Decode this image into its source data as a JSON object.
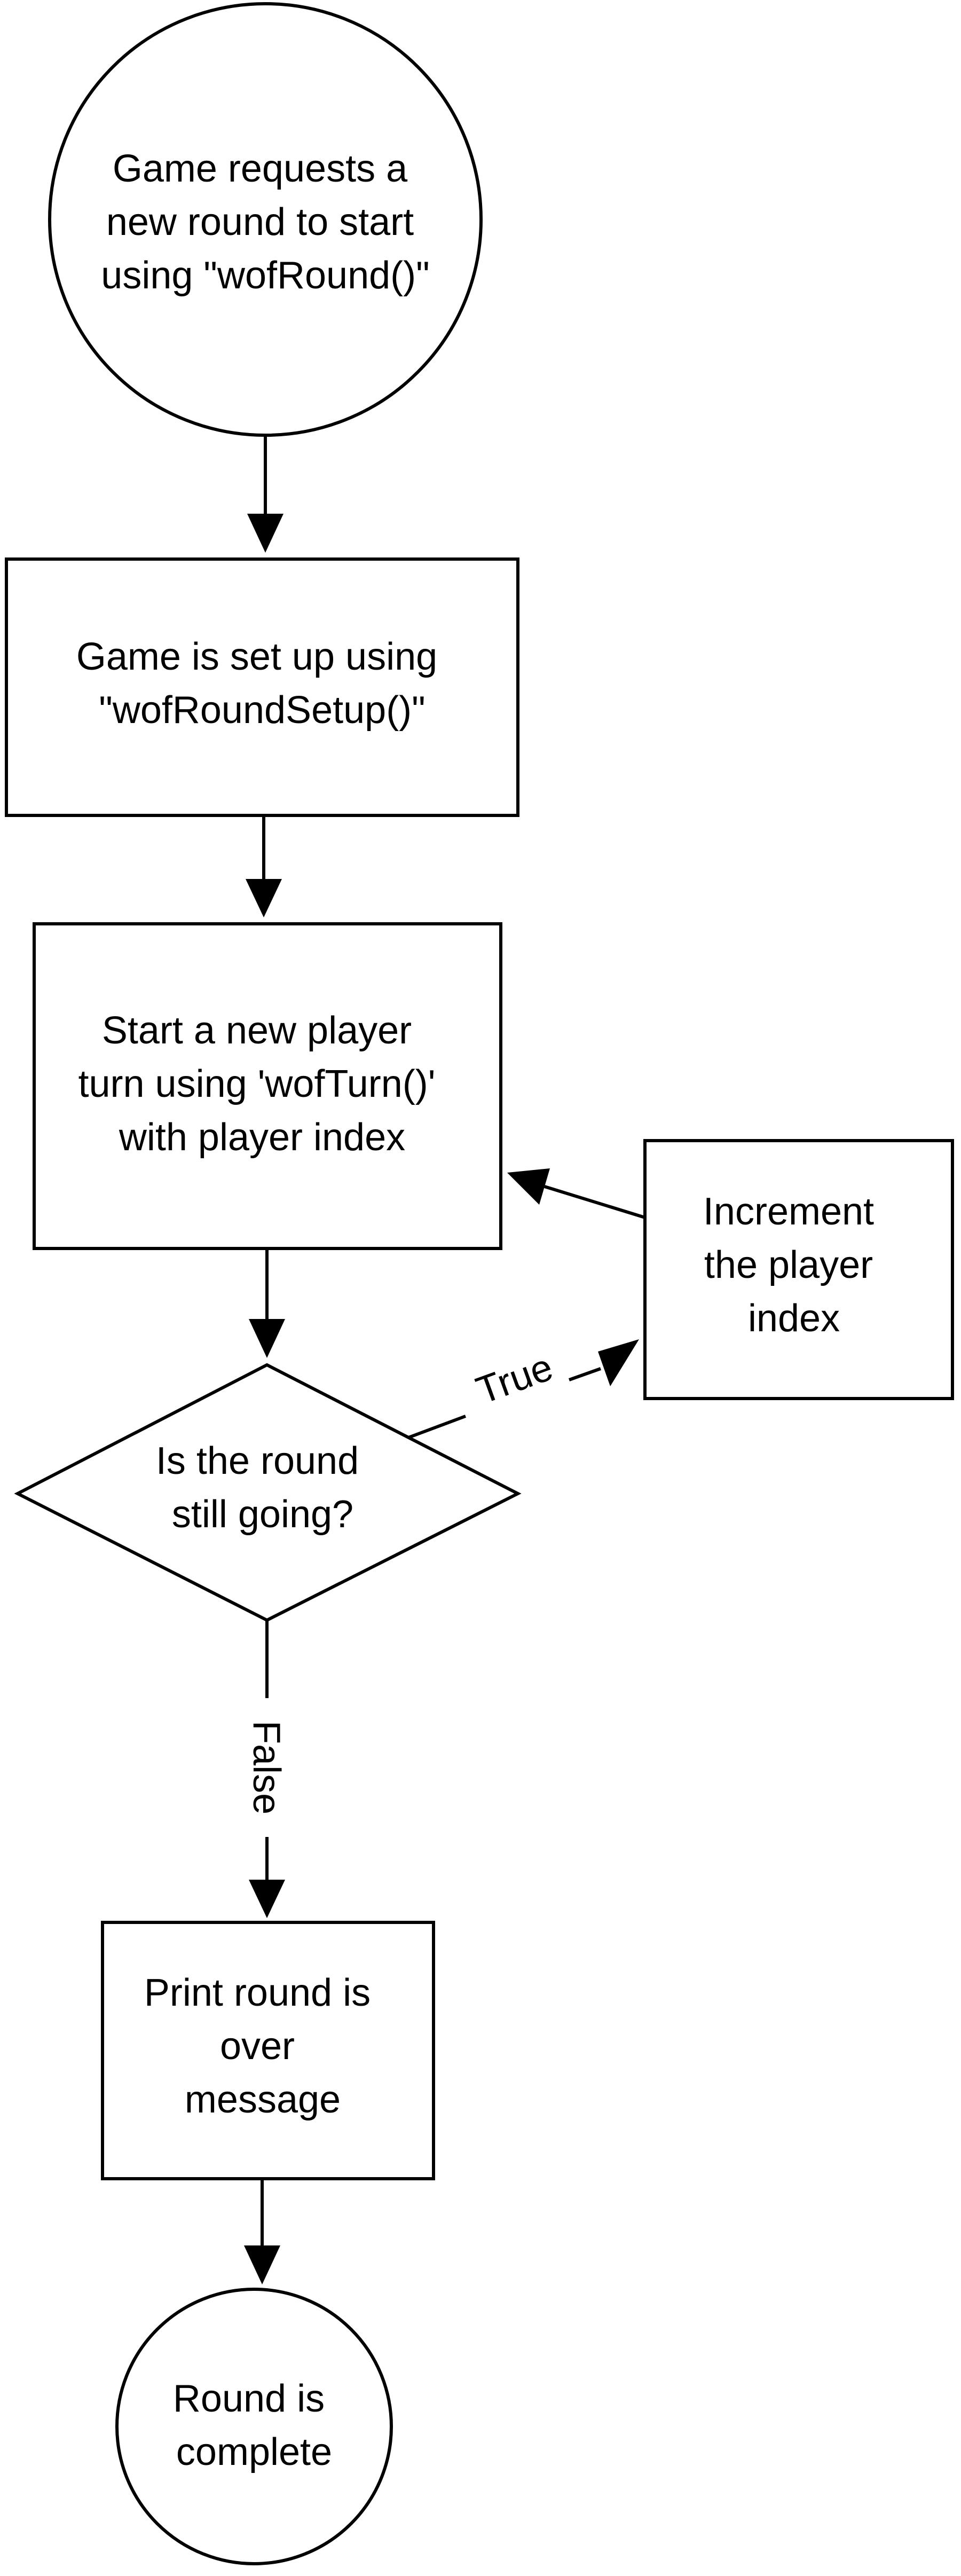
{
  "nodes": {
    "start": {
      "lines": [
        "Game requests a",
        "new round to start",
        "using \"wofRound()\""
      ]
    },
    "setup": {
      "lines": [
        "Game is set up using",
        "\"wofRoundSetup()\""
      ]
    },
    "turn": {
      "lines": [
        "Start a new player",
        "turn using 'wofTurn()'",
        "with player index"
      ]
    },
    "increment": {
      "lines": [
        "Increment",
        "the player",
        "index"
      ]
    },
    "decision": {
      "lines": [
        "Is the round",
        "still going?"
      ]
    },
    "print": {
      "lines": [
        "Print round is",
        "over",
        "message"
      ]
    },
    "end": {
      "lines": [
        "Round is",
        "complete"
      ]
    }
  },
  "edges": {
    "true_label": "True",
    "false_label": "False"
  },
  "colors": {
    "stroke": "#000000",
    "fill": "#ffffff"
  }
}
